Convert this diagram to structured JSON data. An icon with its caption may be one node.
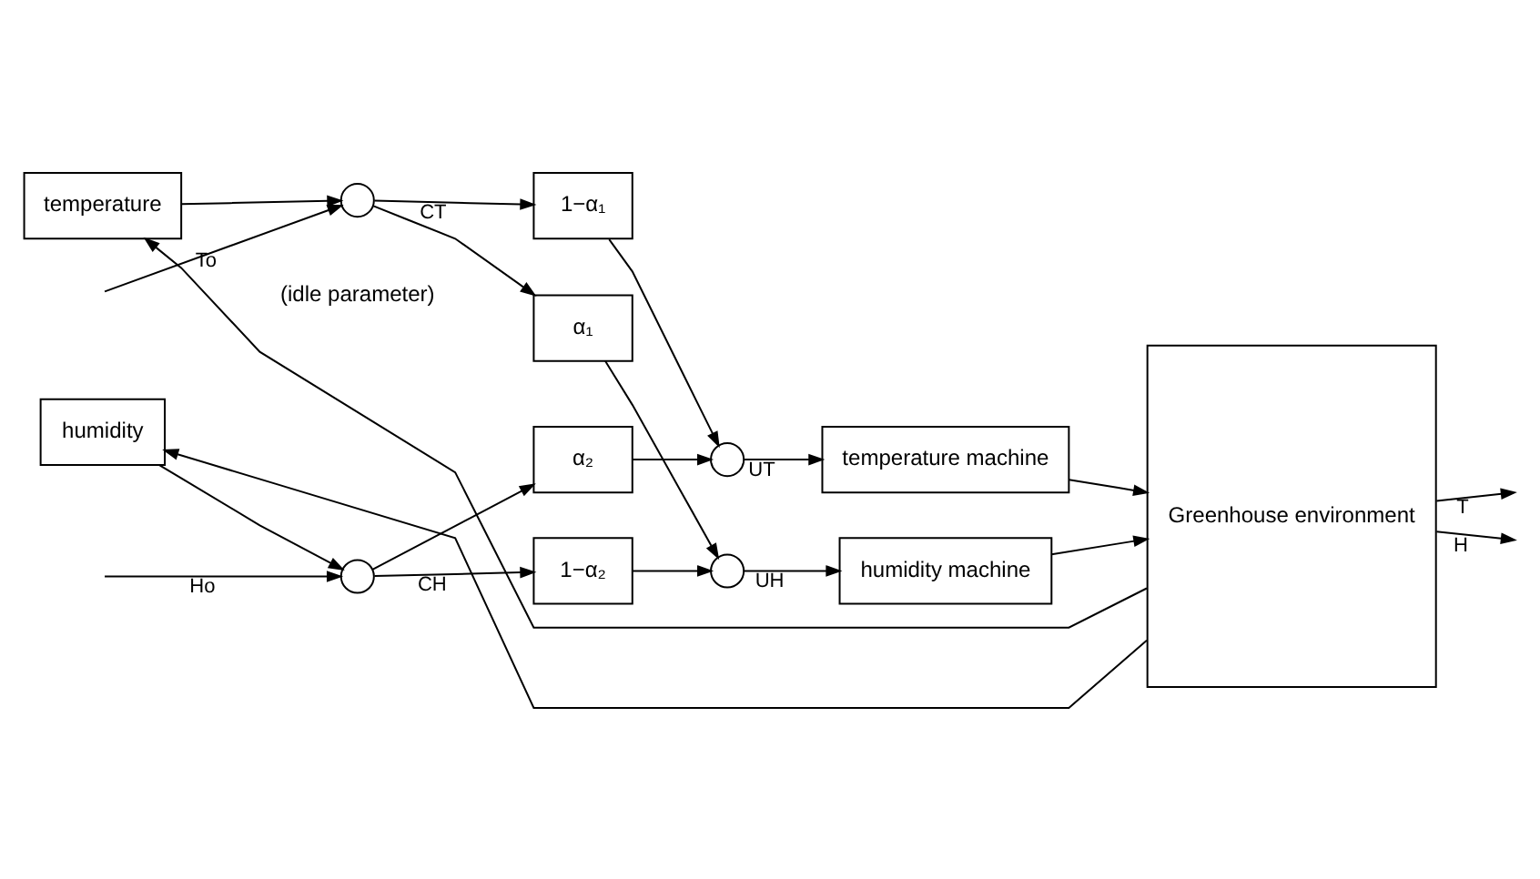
{
  "diagram": {
    "nodes": [
      {
        "text": [
          "temperature"
        ]
      },
      {
        "text": [],
        "shape": "circle"
      },
      {
        "text": [
          "1−α₁"
        ]
      },
      {
        "text": [
          "α₁"
        ]
      },
      {
        "text": [
          "α₂"
        ]
      },
      {
        "text": [
          "1−α₂"
        ]
      },
      {
        "text": [],
        "shape": "circle"
      },
      {
        "text": [],
        "shape": "circle"
      },
      {
        "text": [
          "temperature machine"
        ]
      },
      {
        "text": [
          "humidity machine"
        ]
      },
      {
        "text": [
          "Greenhouse environment"
        ]
      },
      {
        "text": [],
        "shape": "circle"
      },
      {
        "text": [
          "humidity"
        ]
      }
    ],
    "edges": [
      {
        "from": null,
        "to": 1,
        "arrow": "to",
        "label": "To"
      },
      {
        "from": 0,
        "to": 1,
        "arrow": "to"
      },
      {
        "from": 1,
        "to": 2,
        "arrow": "to",
        "label": "CT"
      },
      {
        "from": 1,
        "to": 3,
        "arrow": "to"
      },
      {
        "from": null,
        "to": 11,
        "arrow": "to",
        "label": "Ho"
      },
      {
        "from": 12,
        "to": 11,
        "arrow": "to"
      },
      {
        "from": 11,
        "to": 4,
        "arrow": "to"
      },
      {
        "from": 11,
        "to": 5,
        "arrow": "to",
        "label": "CH"
      },
      {
        "from": 2,
        "to": 6,
        "arrow": "to"
      },
      {
        "from": 4,
        "to": 6,
        "arrow": "to"
      },
      {
        "from": 3,
        "to": 7,
        "arrow": "to"
      },
      {
        "from": 5,
        "to": 7,
        "arrow": "to"
      },
      {
        "from": 6,
        "to": 8,
        "arrow": "to",
        "label": "UT"
      },
      {
        "from": 7,
        "to": 9,
        "arrow": "to",
        "label": "UH"
      },
      {
        "from": 8,
        "to": 10,
        "arrow": "to"
      },
      {
        "from": 9,
        "to": 10,
        "arrow": "to"
      },
      {
        "from": 10,
        "to": null,
        "arrow": "to",
        "label": "T"
      },
      {
        "from": 10,
        "to": 0,
        "arrow": "to"
      },
      {
        "from": 10,
        "to": null,
        "arrow": "to",
        "label": "H"
      },
      {
        "from": 10,
        "to": 12,
        "arrow": "to"
      }
    ],
    "labels": [
      "(idle parameter)"
    ]
  }
}
